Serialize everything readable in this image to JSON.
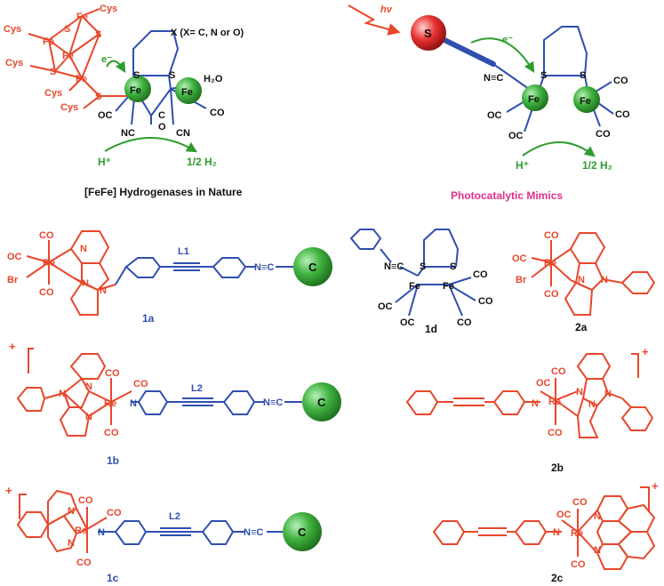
{
  "colors": {
    "red": "#e8472b",
    "blue": "#2f4fb0",
    "green": "#2e9c2e",
    "black": "#111111",
    "magenta": "#e0308a"
  },
  "top_left": {
    "cys": [
      "Cys",
      "Cys",
      "Cys",
      "Cys",
      "Cys"
    ],
    "cluster_atoms": {
      "fe": "Fe",
      "s": "S"
    },
    "x_note": "X  (X= C, N or O)",
    "electron": "e⁻",
    "water": "H₂O",
    "ligands": [
      "OC",
      "NC",
      "O",
      "C",
      "CN",
      "CO"
    ],
    "proton": "H⁺",
    "h2": "1/2 H₂",
    "caption": "[FeFe] Hydrogenases in Nature"
  },
  "top_right": {
    "hv": "hν",
    "sensitizer": "S",
    "electron": "e⁻",
    "nc": "N≡C",
    "ligands": [
      "OC",
      "OC",
      "CO",
      "CO",
      "CO"
    ],
    "proton": "H⁺",
    "h2": "1/2 H₂",
    "caption": "Photocatalytic Mimics"
  },
  "compounds": {
    "c1a": "1a",
    "c1b": "1b",
    "c1c": "1c",
    "c1d": "1d",
    "c2a": "2a",
    "c2b": "2b",
    "c2c": "2c"
  },
  "linkers": {
    "l1": "L1",
    "l2a": "L2",
    "l2b": "L2"
  },
  "catalyst_label": "C",
  "re": "Re",
  "fe": "Fe",
  "labels": {
    "co": "CO",
    "oc": "OC",
    "br": "Br",
    "n": "N",
    "nc": "N≡C",
    "s": "S",
    "plus": "+"
  }
}
